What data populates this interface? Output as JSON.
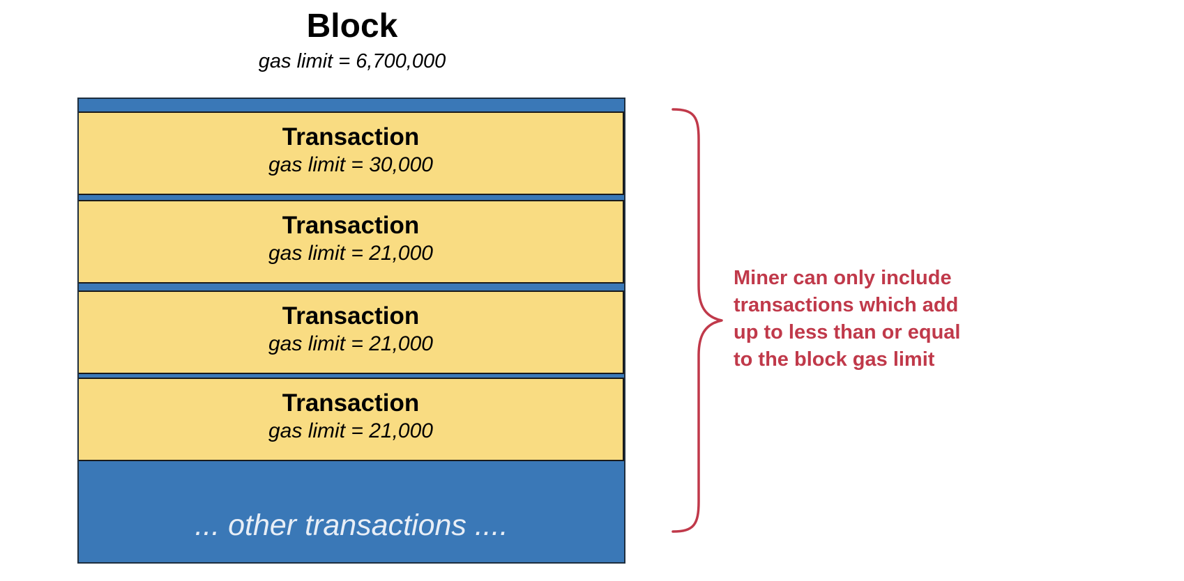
{
  "block": {
    "title": "Block",
    "gas_limit": "gas limit = 6,700,000",
    "other_transactions": "... other transactions ...."
  },
  "transactions": [
    {
      "title": "Transaction",
      "gas_limit": "gas limit = 30,000"
    },
    {
      "title": "Transaction",
      "gas_limit": "gas limit = 21,000"
    },
    {
      "title": "Transaction",
      "gas_limit": "gas limit = 21,000"
    },
    {
      "title": "Transaction",
      "gas_limit": "gas limit = 21,000"
    }
  ],
  "annotation": {
    "lines": [
      "Miner can only include",
      "transactions which add",
      "up to less than or equal",
      "to the block gas limit"
    ]
  },
  "colors": {
    "block_blue": "#3a78b7",
    "transaction_yellow": "#f9dc82",
    "annotation_red": "#c0394a"
  }
}
